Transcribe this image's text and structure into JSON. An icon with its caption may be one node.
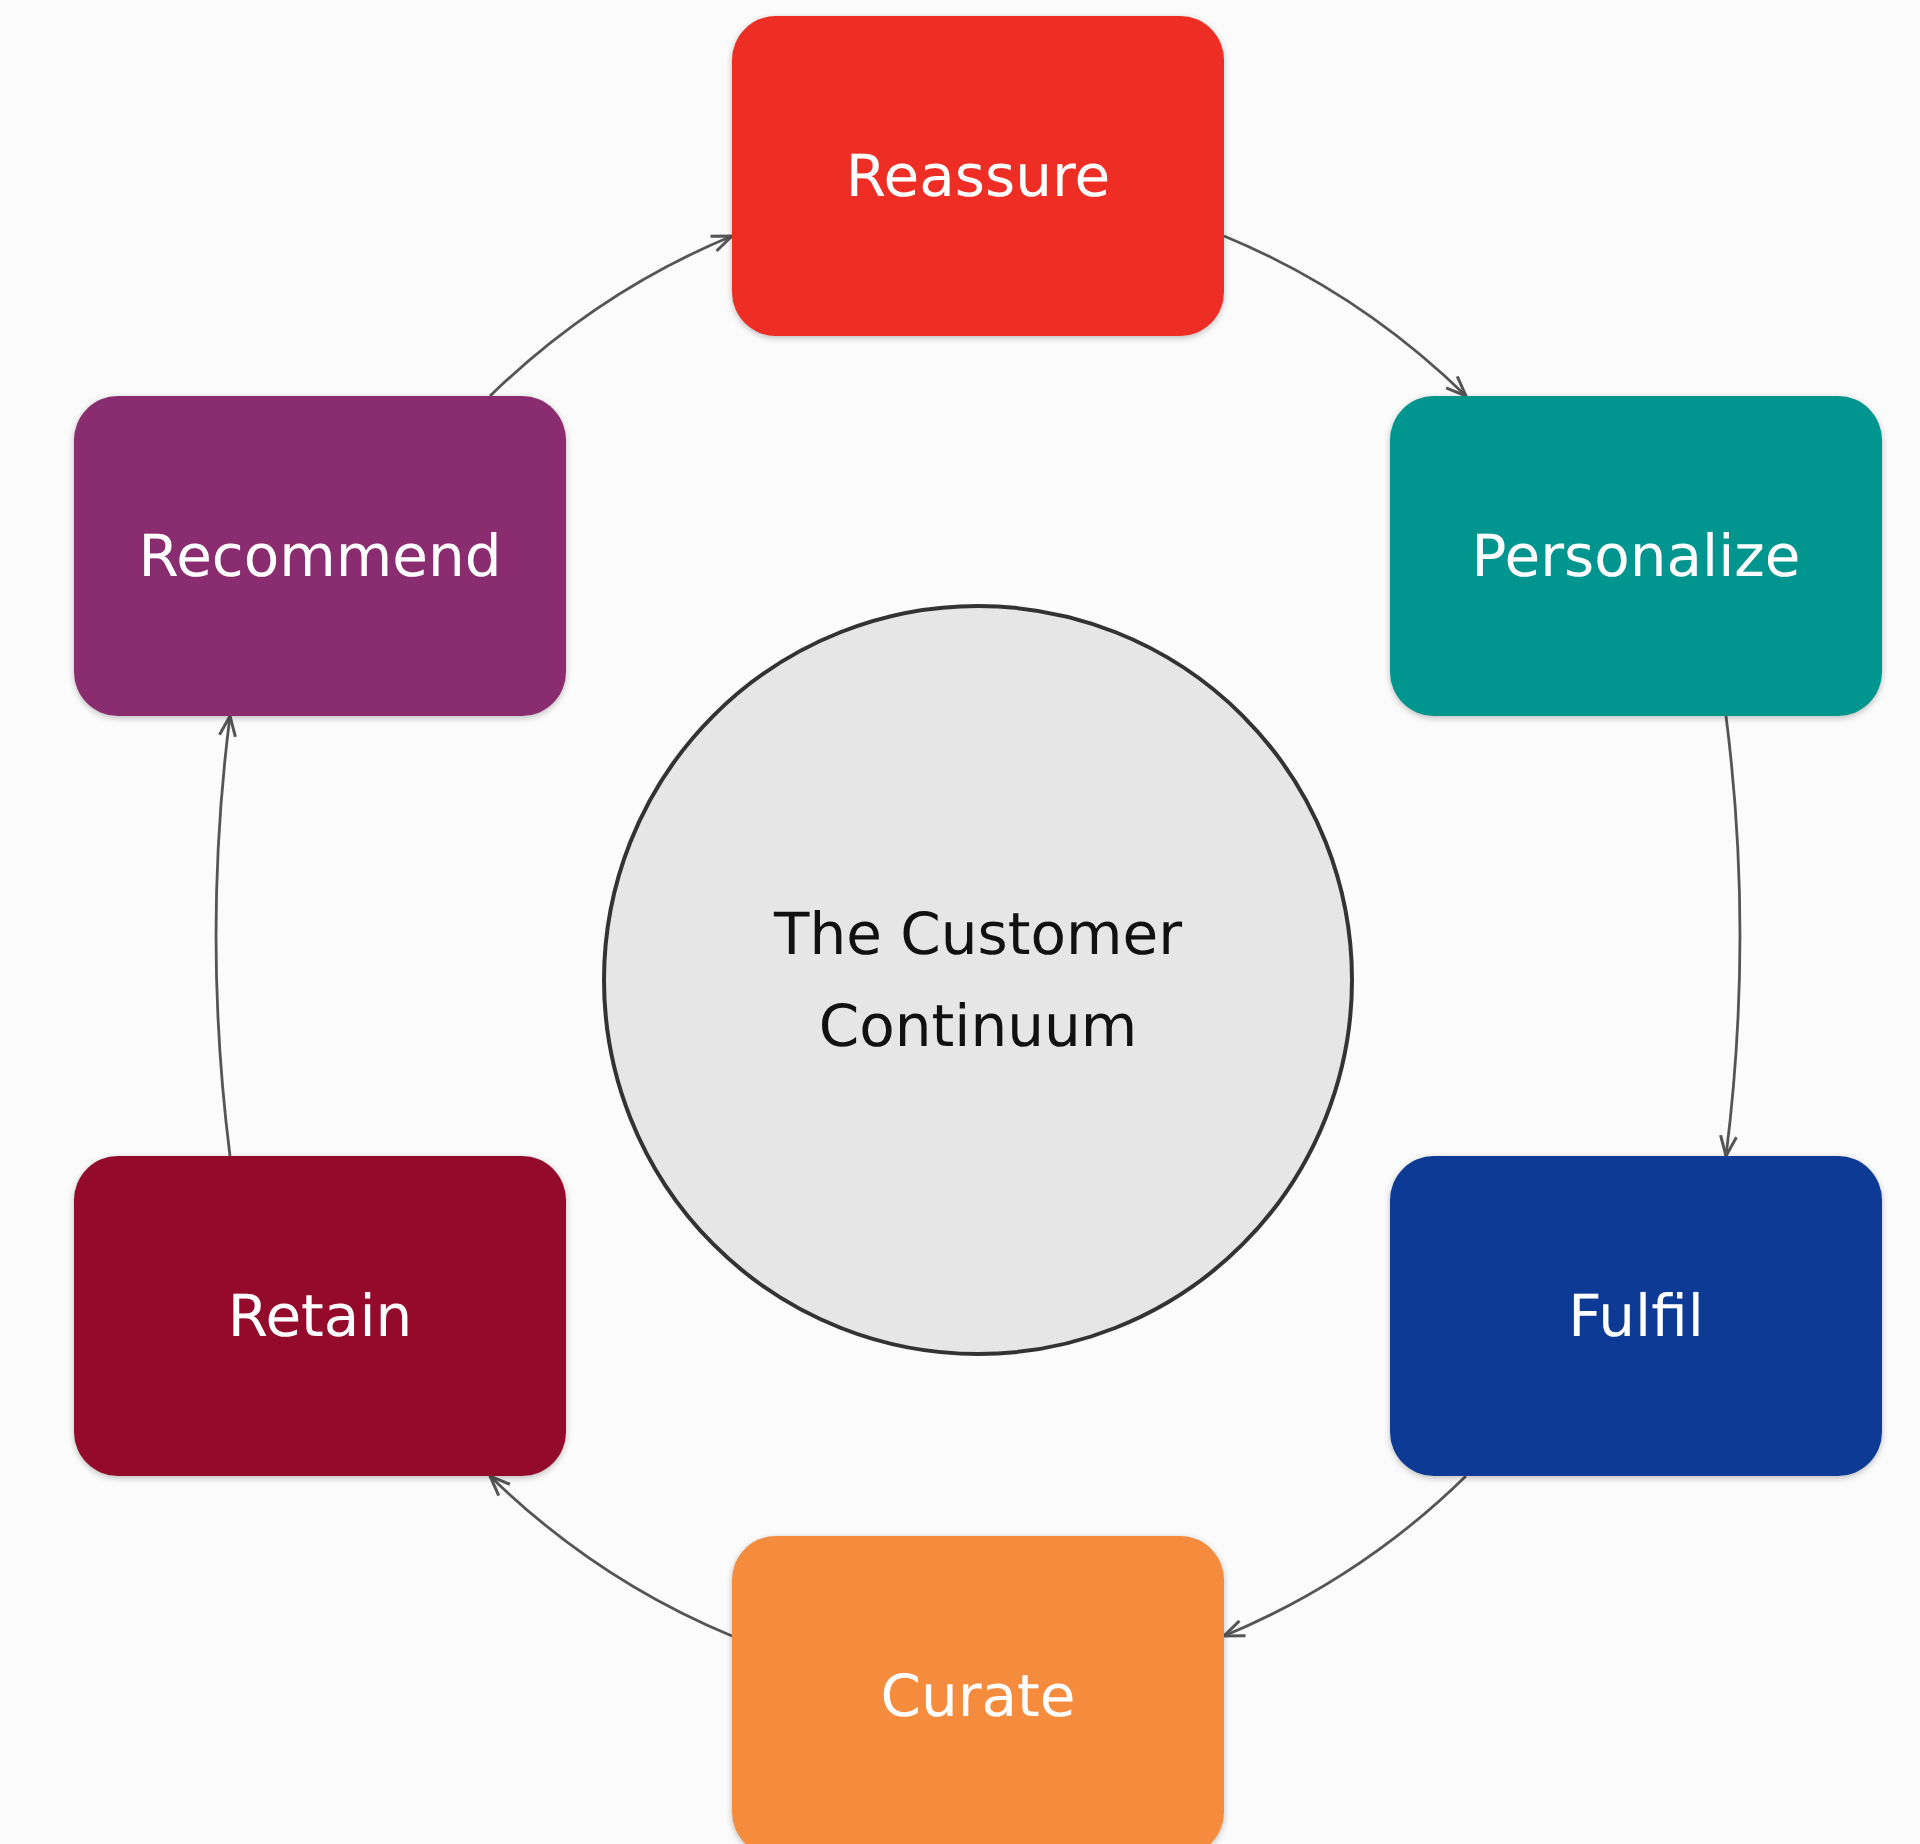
{
  "diagram": {
    "nodes": [
      {
        "text": [
          "Reassure"
        ]
      },
      {
        "text": [
          "Personalize"
        ]
      },
      {
        "text": [
          "Fulfil"
        ]
      },
      {
        "text": [
          "Curate"
        ]
      },
      {
        "text": [
          "Retain"
        ]
      },
      {
        "text": [
          "Recommend"
        ]
      },
      {
        "text": [
          "The Customer Continuum"
        ]
      }
    ],
    "edges": [
      {
        "from": 0,
        "to": 1,
        "arrow": "to"
      },
      {
        "from": 1,
        "to": 2,
        "arrow": "to"
      },
      {
        "from": 2,
        "to": 3,
        "arrow": "to"
      },
      {
        "from": 3,
        "to": 4,
        "arrow": "to"
      },
      {
        "from": 4,
        "to": 5,
        "arrow": "to"
      },
      {
        "from": 5,
        "to": 0,
        "arrow": "to"
      }
    ]
  }
}
